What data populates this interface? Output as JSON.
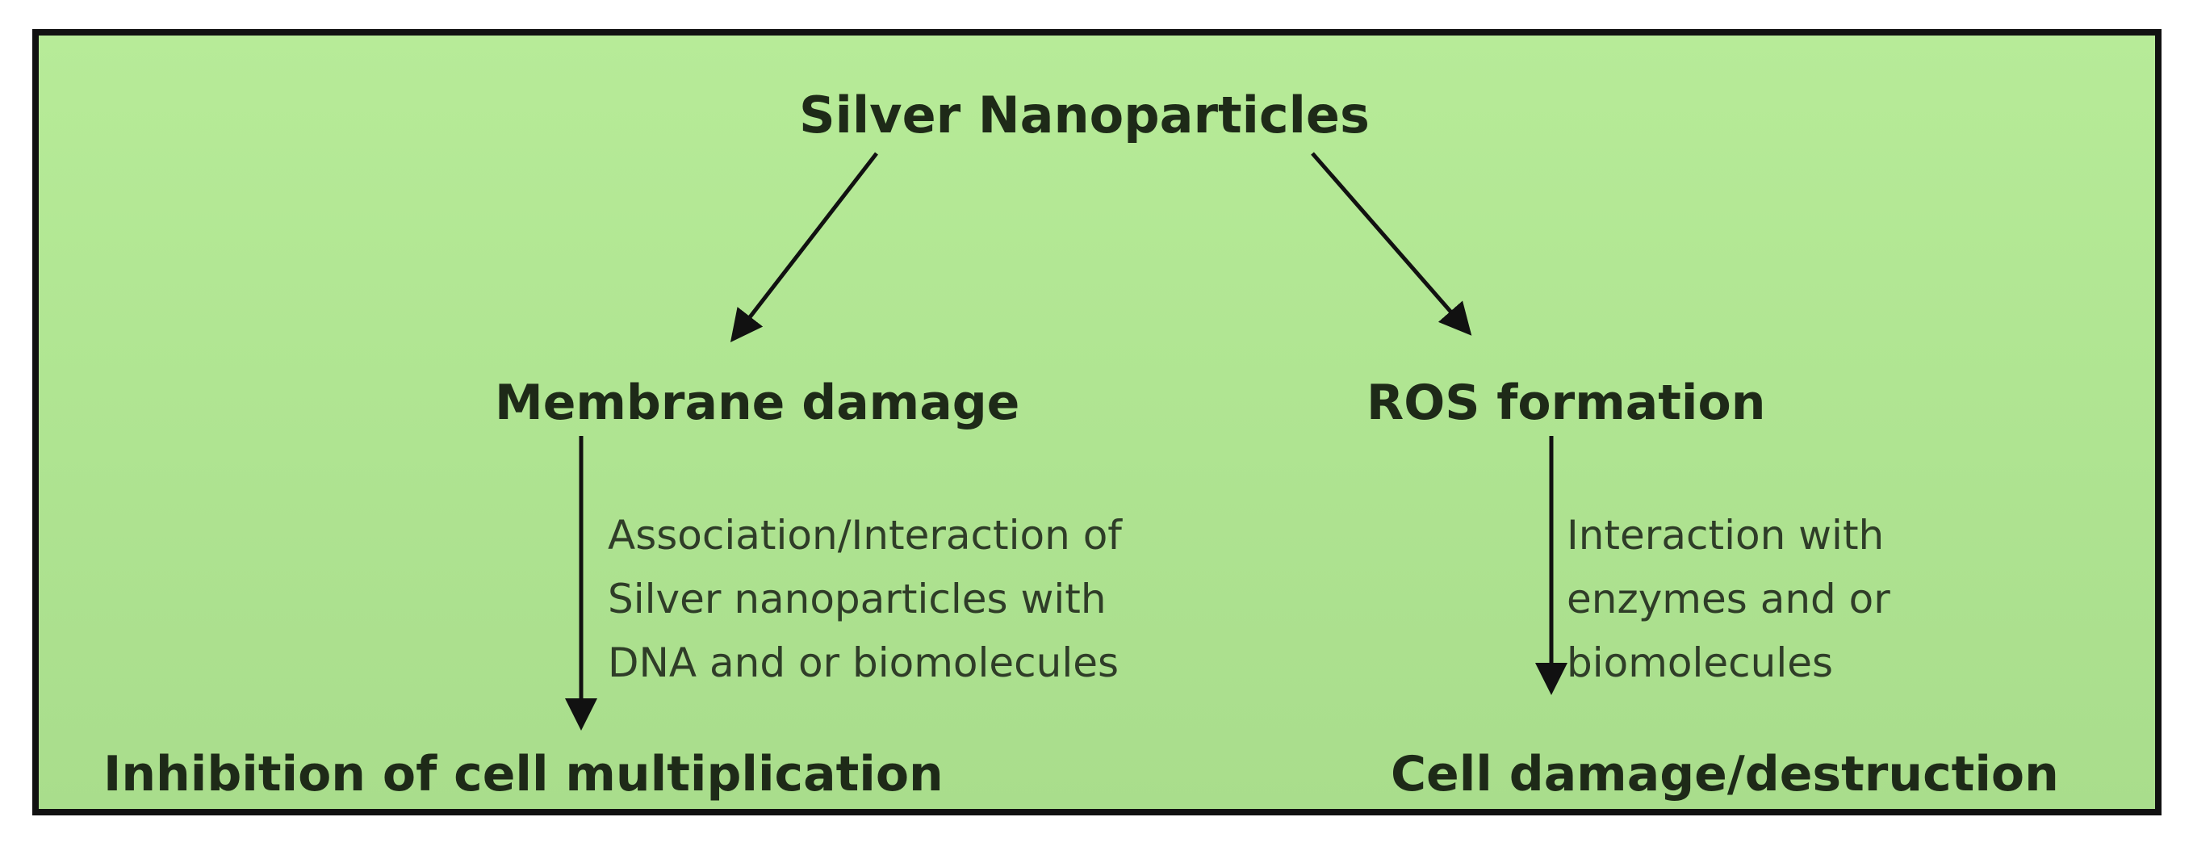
{
  "diagram": {
    "title": "Silver Nanoparticles",
    "branches": {
      "left": {
        "label": "Membrane damage",
        "note_lines": [
          "Association/Interaction of",
          "Silver nanoparticles with",
          "DNA and or biomolecules"
        ],
        "outcome": "Inhibition of cell multiplication"
      },
      "right": {
        "label": "ROS formation",
        "note_lines": [
          "Interaction with",
          "enzymes and or",
          "biomolecules"
        ],
        "outcome": "Cell damage/destruction"
      }
    }
  }
}
